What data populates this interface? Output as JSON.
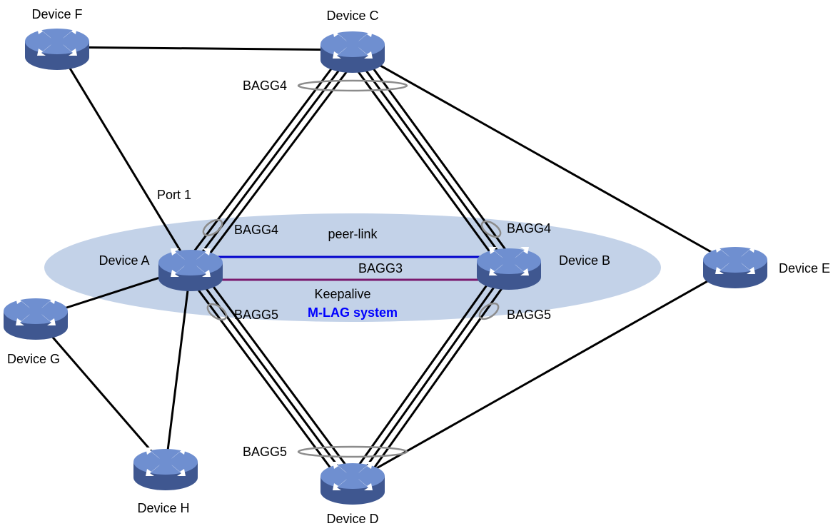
{
  "colors": {
    "mlag_zone": "#c3d2e8",
    "peer_link": "#0000cc",
    "keepalive": "#7a1a6e",
    "system_label": "#0000ff",
    "link": "#000000",
    "agg_ring": "#8c8c8c",
    "device_body": "#4f6fb0",
    "device_top": "#6f8fd0",
    "device_side": "#3f5790",
    "arrow": "#ffffff"
  },
  "devices": {
    "a": {
      "label": "Device A",
      "icon": "switch-icon"
    },
    "b": {
      "label": "Device B",
      "icon": "switch-icon"
    },
    "c": {
      "label": "Device C",
      "icon": "switch-icon"
    },
    "d": {
      "label": "Device D",
      "icon": "switch-icon"
    },
    "e": {
      "label": "Device E",
      "icon": "switch-icon"
    },
    "f": {
      "label": "Device F",
      "icon": "switch-icon"
    },
    "g": {
      "label": "Device G",
      "icon": "switch-icon"
    },
    "h": {
      "label": "Device H",
      "icon": "switch-icon"
    }
  },
  "links": {
    "peer_link": "peer-link",
    "bagg3": "BAGG3",
    "keepalive": "Keepalive",
    "port1": "Port 1"
  },
  "aggregations": {
    "c_bagg4": "BAGG4",
    "a_bagg4": "BAGG4",
    "b_bagg4": "BAGG4",
    "a_bagg5": "BAGG5",
    "b_bagg5": "BAGG5",
    "d_bagg5": "BAGG5"
  },
  "system_label": "M-LAG system"
}
